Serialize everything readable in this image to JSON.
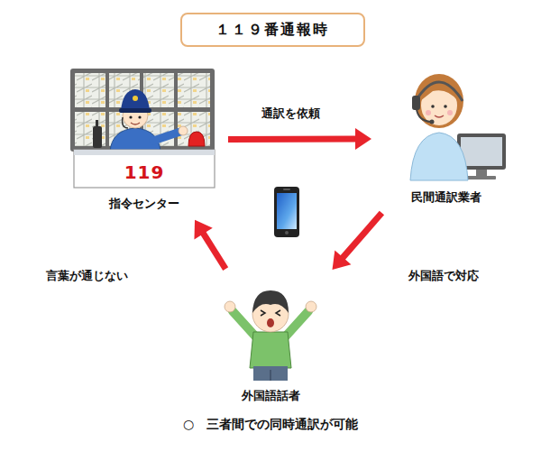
{
  "diagram": {
    "title": "１１９番通報時",
    "caption": "○　三者間での同時通訳が可能",
    "nodes": [
      {
        "text": [
          "指令センター"
        ]
      },
      {
        "text": [
          "民間通訳業者"
        ]
      },
      {
        "text": [
          "外国語話者"
        ]
      }
    ],
    "edges": [
      {
        "from": 0,
        "to": 1,
        "label": "通訳を依頼",
        "arrow": "to"
      },
      {
        "from": 1,
        "to": 2,
        "label": "外国語で対応",
        "arrow": "to"
      },
      {
        "from": 2,
        "to": 0,
        "label": "言葉が通じない",
        "arrow": "to"
      }
    ],
    "labels": [
      "119"
    ]
  }
}
